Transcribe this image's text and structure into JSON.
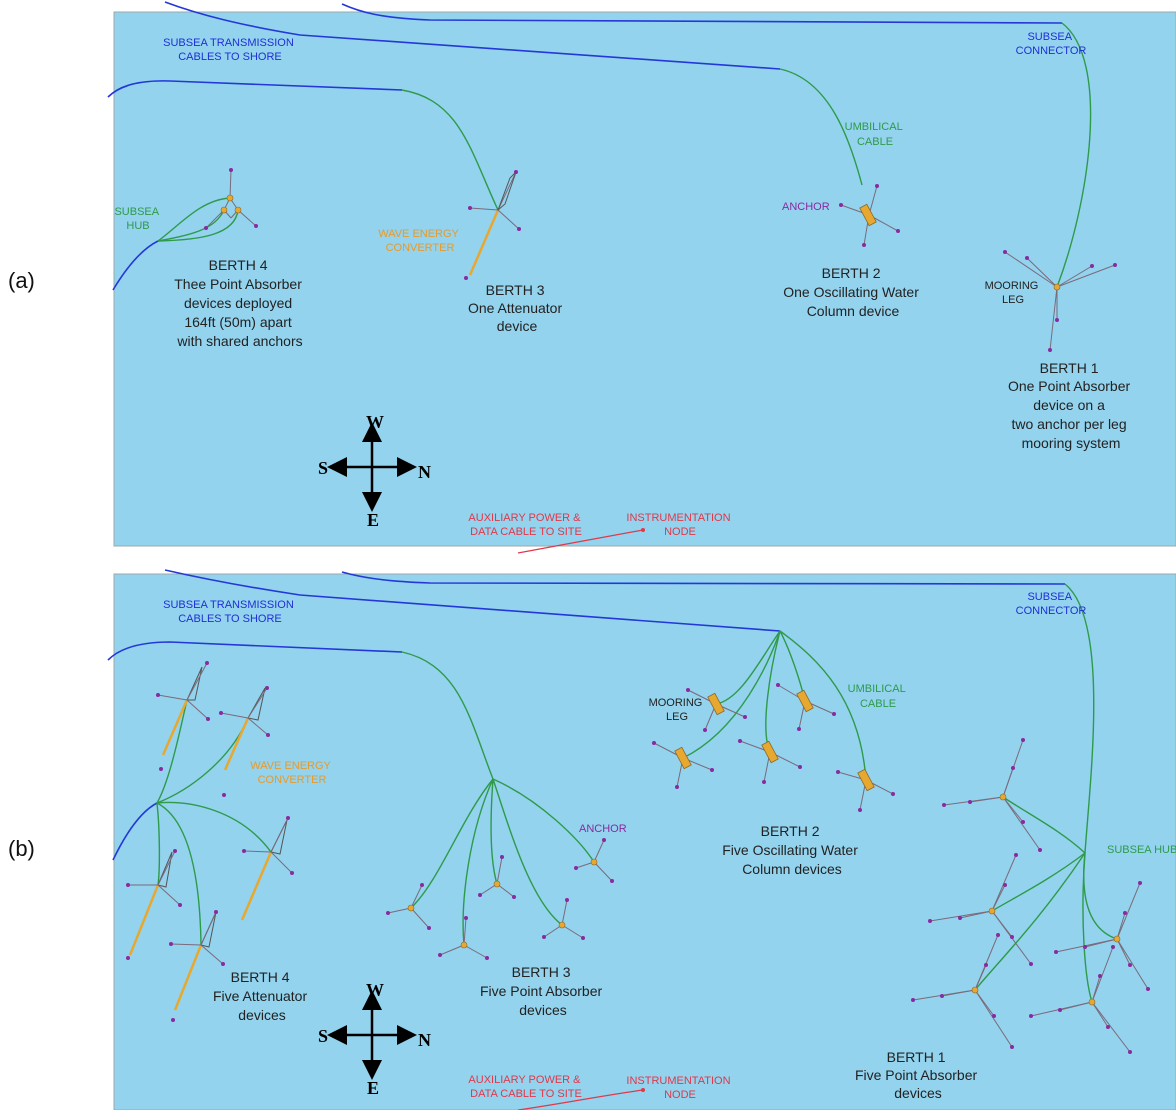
{
  "colors": {
    "water": "#93d3ee",
    "transmission_cable": "#2438d8",
    "umbilical_cable": "#2e9a4a",
    "wec": "#e8a830",
    "anchor": "#8a2aa0",
    "aux_cable": "#e0384a"
  },
  "panel_a": {
    "label": "(a)",
    "transmission_label": [
      "SUBSEA TRANSMISSION",
      "CABLES TO SHORE"
    ],
    "connector_label": [
      "SUBSEA",
      "CONNECTOR"
    ],
    "umbilical_label": [
      "UMBILICAL",
      "CABLE"
    ],
    "hub_label": [
      "SUBSEA",
      "HUB"
    ],
    "wec_label": [
      "WAVE ENERGY",
      "CONVERTER"
    ],
    "anchor_label": "ANCHOR",
    "mooring_label": [
      "MOORING",
      "LEG"
    ],
    "berth4": [
      "BERTH 4",
      "Thee Point Absorber",
      "devices deployed",
      "164ft (50m) apart",
      "with shared anchors"
    ],
    "berth3": [
      "BERTH 3",
      "One Attenuator",
      "device"
    ],
    "berth2": [
      "BERTH 2",
      "One Oscillating Water",
      "Column device"
    ],
    "berth1": [
      "BERTH 1",
      "One Point Absorber",
      "device on a",
      "two anchor per leg",
      "mooring system"
    ],
    "aux_label": [
      "AUXILIARY POWER &",
      "DATA CABLE TO SITE"
    ],
    "instrumentation_label": [
      "INSTRUMENTATION",
      "NODE"
    ],
    "compass": {
      "top": "W",
      "left": "S",
      "right": "N",
      "bottom": "E"
    }
  },
  "panel_b": {
    "label": "(b)",
    "transmission_label": [
      "SUBSEA TRANSMISSION",
      "CABLES TO SHORE"
    ],
    "connector_label": [
      "SUBSEA",
      "CONNECTOR"
    ],
    "umbilical_label": [
      "UMBILICAL",
      "CABLE"
    ],
    "mooring_label": [
      "MOORING",
      "LEG"
    ],
    "wec_label": [
      "WAVE ENERGY",
      "CONVERTER"
    ],
    "anchor_label": "ANCHOR",
    "hub_label": "SUBSEA HUB",
    "berth4": [
      "BERTH 4",
      "Five Attenuator",
      "devices"
    ],
    "berth3": [
      "BERTH 3",
      "Five Point Absorber",
      "devices"
    ],
    "berth2": [
      "BERTH 2",
      "Five Oscillating Water",
      "Column devices"
    ],
    "berth1": [
      "BERTH 1",
      "Five Point Absorber",
      "devices"
    ],
    "aux_label": [
      "AUXILIARY POWER &",
      "DATA CABLE TO SITE"
    ],
    "instrumentation_label": [
      "INSTRUMENTATION",
      "NODE"
    ],
    "compass": {
      "top": "W",
      "left": "S",
      "right": "N",
      "bottom": "E"
    }
  }
}
